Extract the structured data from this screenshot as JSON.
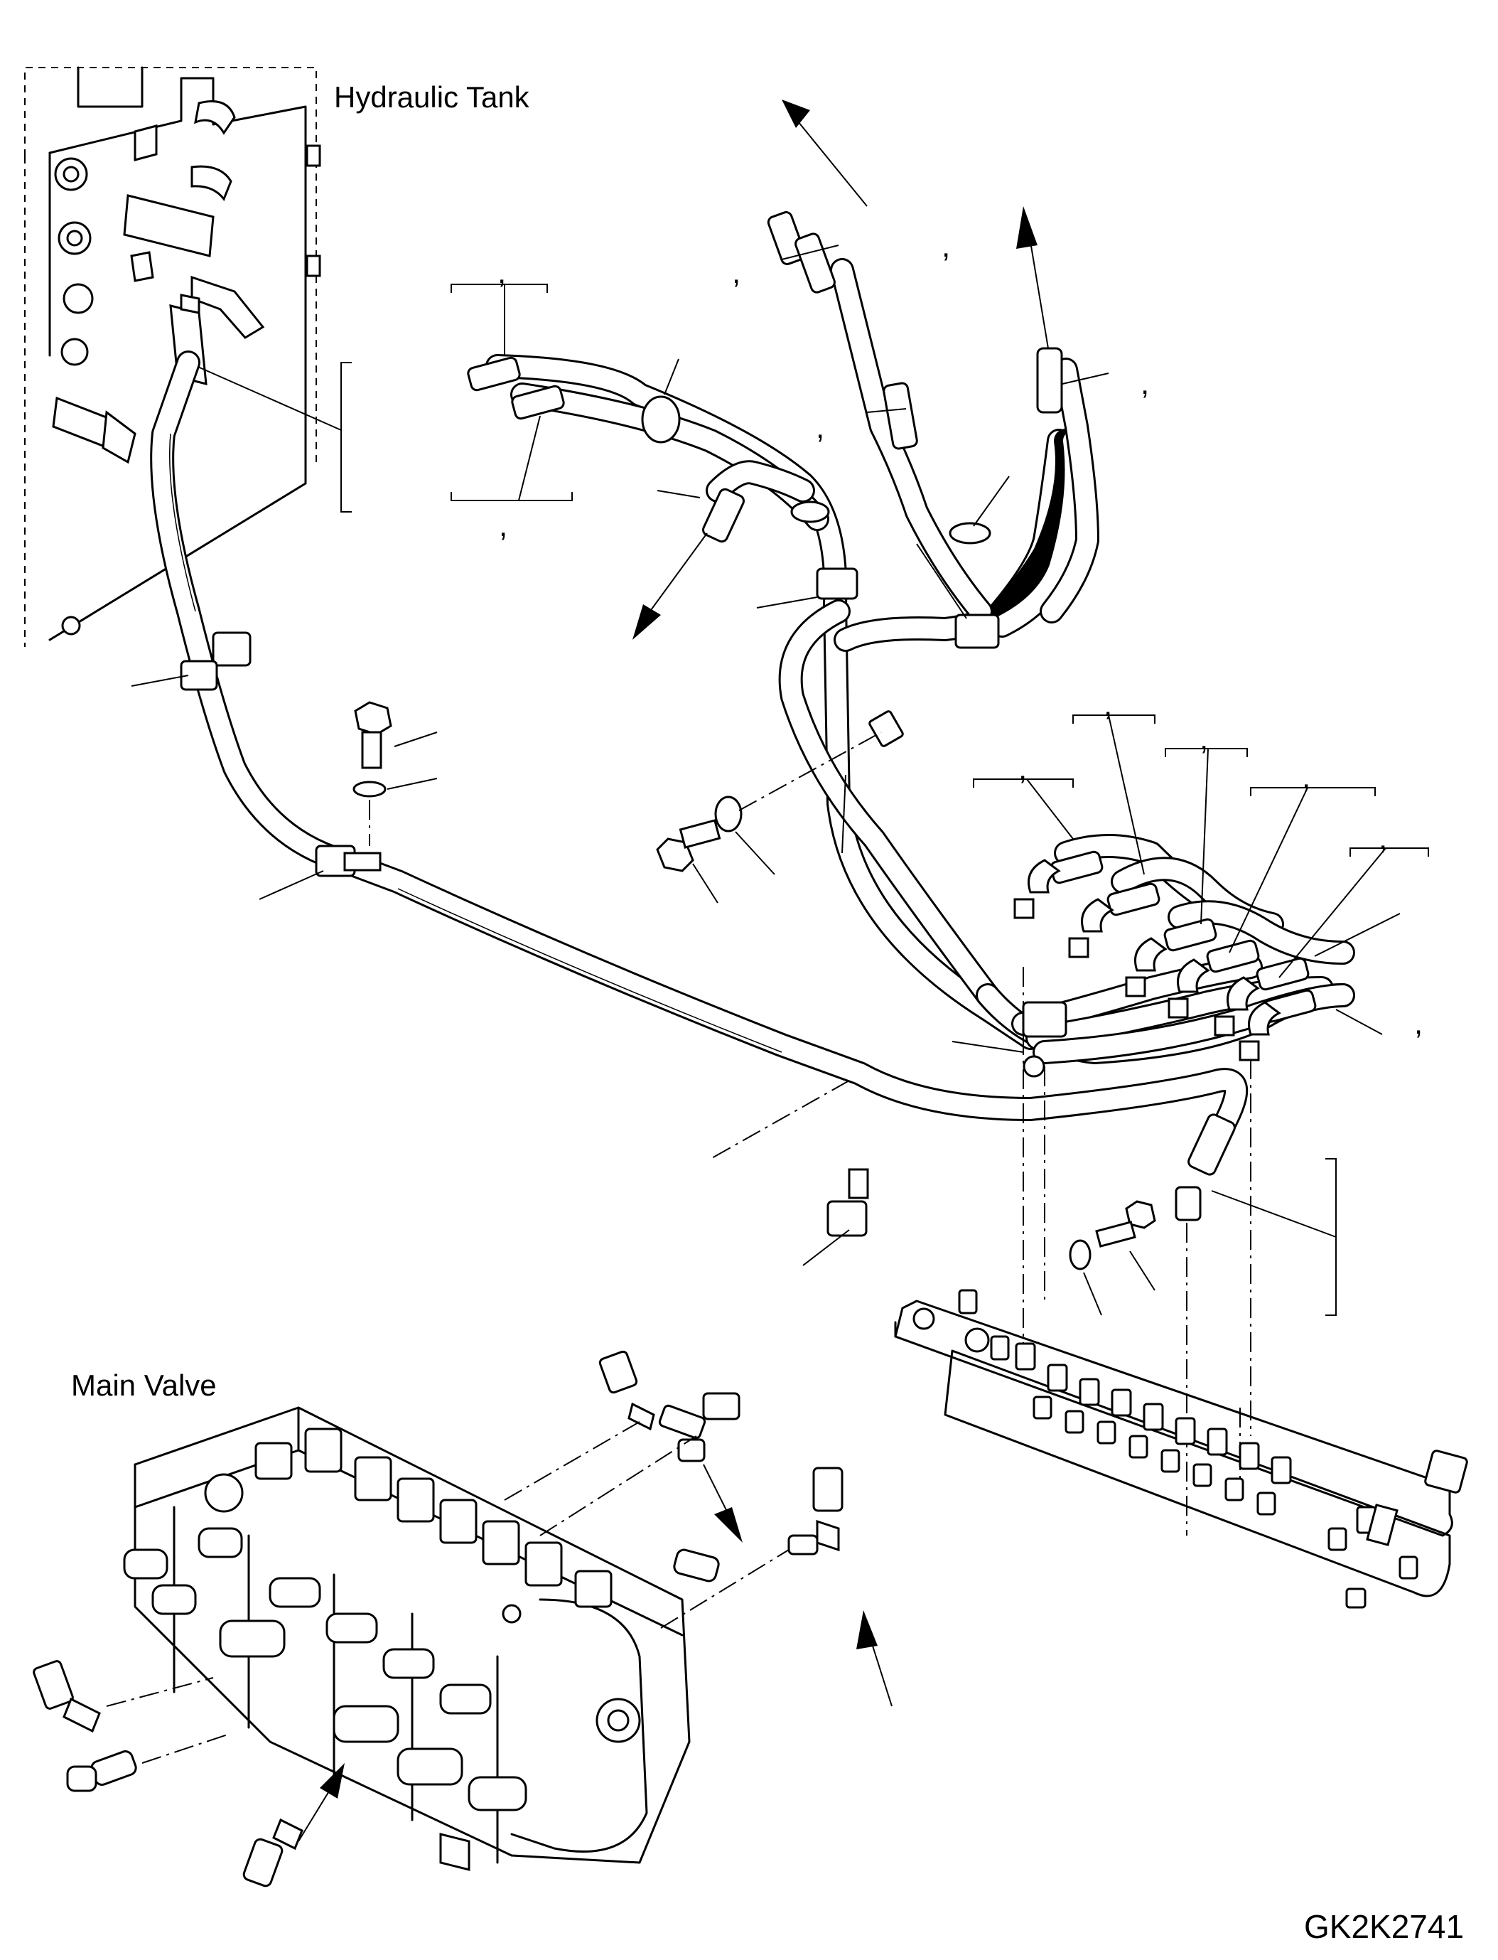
{
  "labels": {
    "hydraulic_tank": "Hydraulic Tank",
    "main_valve": "Main Valve",
    "drawing_code": "GK2K2741"
  },
  "part_reference_separator": ","
}
